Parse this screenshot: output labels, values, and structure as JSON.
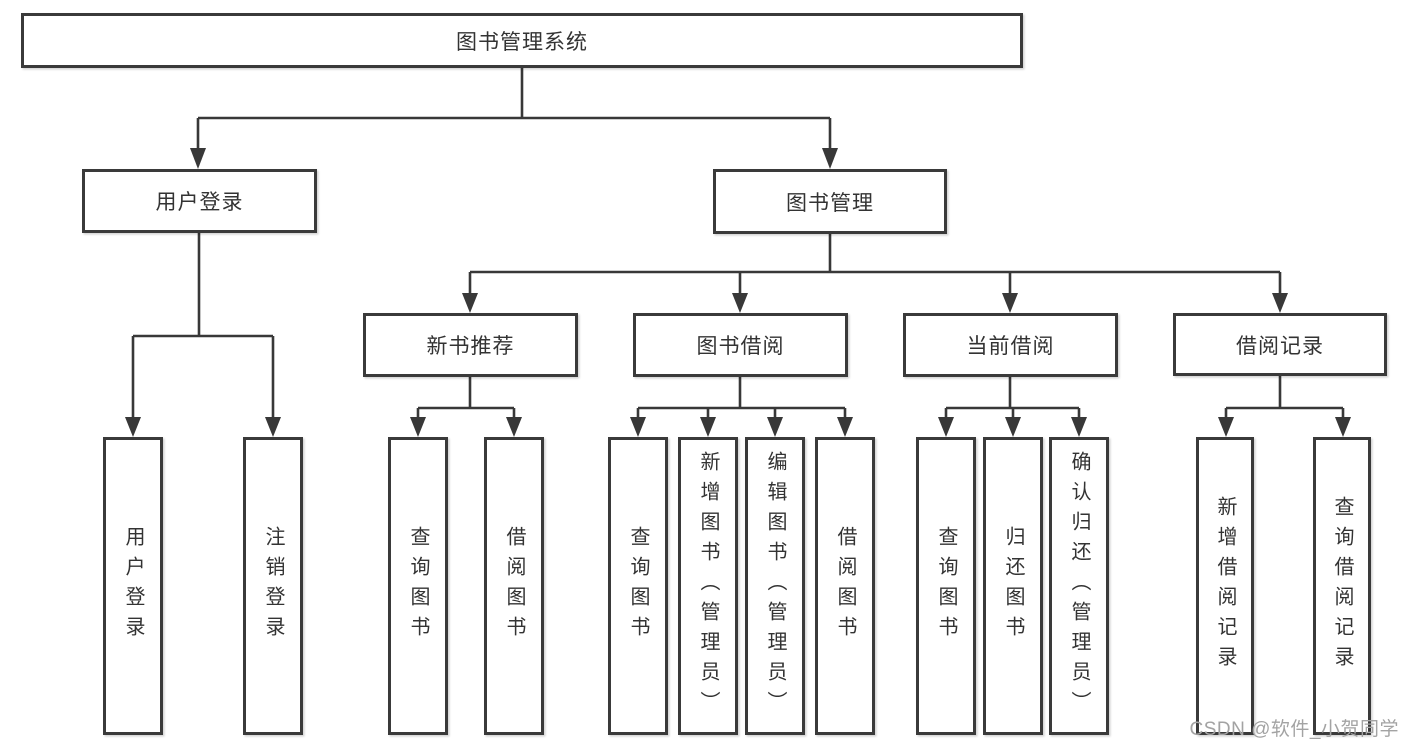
{
  "diagram": {
    "root": "图书管理系统",
    "level2": [
      "用户登录",
      "图书管理"
    ],
    "level3": [
      "新书推荐",
      "图书借阅",
      "当前借阅",
      "借阅记录"
    ],
    "leaves": {
      "user_login": [
        "用户登录",
        "注销登录"
      ],
      "new_book": [
        "查询图书",
        "借阅图书"
      ],
      "book_borrow": [
        "查询图书",
        "新增图书（管理员）",
        "编辑图书（管理员）",
        "借阅图书"
      ],
      "current_borrow": [
        "查询图书",
        "归还图书",
        "确认归还（管理员）"
      ],
      "borrow_records": [
        "新增借阅记录",
        "查询借阅记录"
      ]
    },
    "colors": {
      "line": "#383838",
      "box_border": "#3a3a3a",
      "text": "#333333",
      "watermark_text": "#a3a3a3",
      "background": "#ffffff"
    }
  },
  "watermark": "CSDN @软件_小贺同学"
}
